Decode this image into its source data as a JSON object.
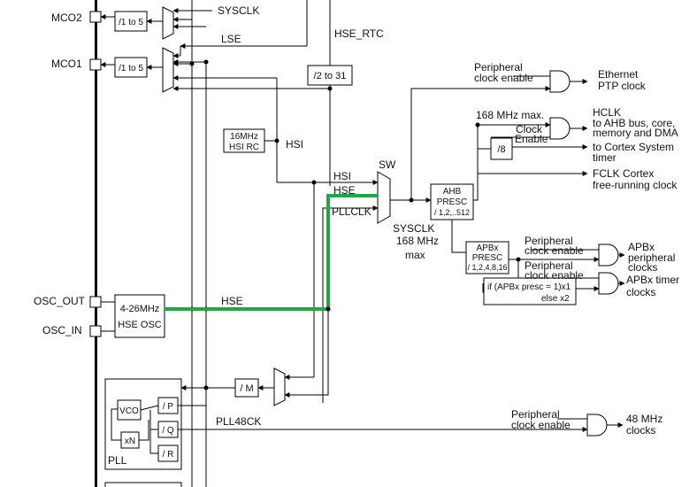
{
  "labels": {
    "mco2": "MCO2",
    "mco1": "MCO1",
    "sysclk_top": "SYSCLK",
    "lse": "LSE",
    "hse_rtc": "HSE_RTC",
    "div1to5_a": "/1 to 5",
    "div1to5_b": "/1 to 5",
    "div2to31": "/2 to 31",
    "hsirc_l1": "16MHz",
    "hsirc_l2": "HSI RC",
    "hsi_wire": "HSI",
    "hsi_in": "HSI",
    "hse_in": "HSE",
    "pllclk_in": "PLLCLK",
    "sw": "SW",
    "ahb_l1": "AHB",
    "ahb_l2": "PRESC",
    "ahb_l3": "/ 1,2,..512",
    "sysclk_l1": "SYSCLK",
    "sysclk_l2": "168 MHz",
    "sysclk_l3": "max",
    "periph_ce_eth_l1": "Peripheral",
    "periph_ce_eth_l2": "clock enable",
    "eth_l1": "Ethernet",
    "eth_l2": "PTP clock",
    "mhz168max": "168 MHz max.",
    "clock_enable_l1": "Clock",
    "clock_enable_l2": "Enable",
    "hclk_l1": "HCLK",
    "hclk_l2": "to AHB bus, core,",
    "hclk_l3": "memory and DMA",
    "div8": "/8",
    "cortex_l1": "to Cortex System",
    "cortex_l2": "timer",
    "fclk_l1": "FCLK Cortex",
    "fclk_l2": "free-running clock",
    "apbx_l1": "APBx",
    "apbx_l2": "PRESC",
    "apbx_l3": "/ 1,2,4,8,16",
    "periph_ce_apb1_l1": "Peripheral",
    "periph_ce_apb1_l2": "clock enable",
    "apbx_periph_l1": "APBx",
    "apbx_periph_l2": "peripheral",
    "apbx_periph_l3": "clocks",
    "periph_ce_apb2_l1": "Peripheral",
    "periph_ce_apb2_l2": "clock enable",
    "apbx_timer_l1": "APBx timer",
    "apbx_timer_l2": "clocks",
    "ifapb_l1": "if (APBx presc = 1)x1",
    "ifapb_l2": "else x2",
    "osc_out": "OSC_OUT",
    "osc_in": "OSC_IN",
    "hseosc_l1": "4-26MHz",
    "hseosc_l2": "HSE OSC",
    "hse_wire": "HSE",
    "divm": "/ M",
    "vco": "VCO",
    "divp": "/ P",
    "divq": "/ Q",
    "divr": "/ R",
    "xn": "xN",
    "pll": "PLL",
    "pll48ck": "PLL48CK",
    "periph_ce_48_l1": "Peripheral",
    "periph_ce_48_l2": "clock enable",
    "mhz48_l1": "48 MHz",
    "mhz48_l2": "clocks"
  },
  "colors": {
    "hse_path_highlight": "#23a34a"
  }
}
